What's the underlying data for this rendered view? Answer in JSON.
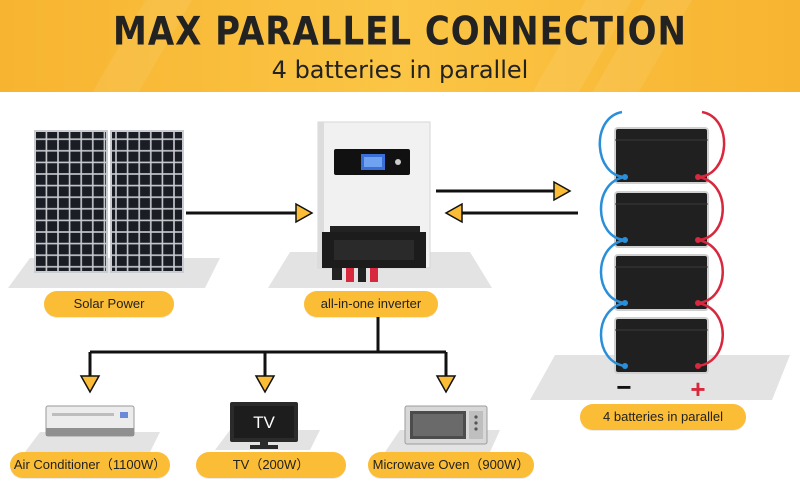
{
  "title": "MAX PARALLEL CONNECTION",
  "subtitle": "4 batteries in parallel",
  "nodes": {
    "solar": "Solar Power",
    "inverter": "all-in-one inverter",
    "batteries": "4 batteries in parallel",
    "air_conditioner": "Air Conditioner（1100W）",
    "tv": "TV（200W）",
    "microwave": "Microwave Oven（900W）"
  },
  "tv_screen_text": "TV",
  "terminal_minus": "−",
  "terminal_plus": "+",
  "colors": {
    "banner": "#f9b934",
    "label": "#fbbd35",
    "arrow_fill": "#fbbd35",
    "positive_wire": "#d8283e",
    "negative_wire": "#2a8fd8",
    "panel_cell": "#1a1d24",
    "battery_body": "#202020"
  }
}
